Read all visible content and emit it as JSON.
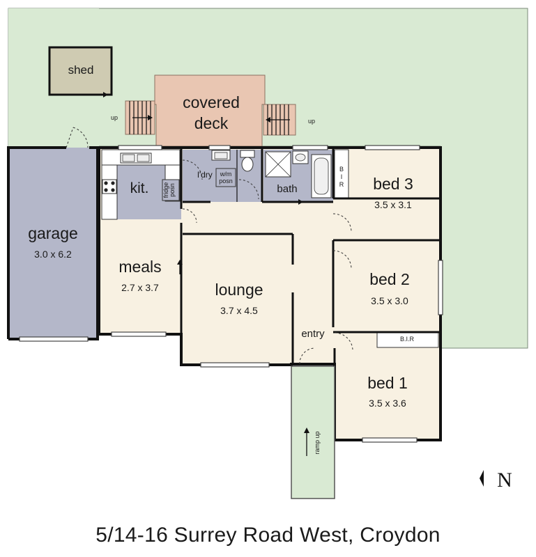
{
  "title": "5/14-16 Surrey Road West, Croydon",
  "colors": {
    "garden": "#d9ead3",
    "rooms": "#f8f1e2",
    "wet_areas": "#b4b7c9",
    "deck": "#e9c6b2",
    "shed": "#cfcbb2",
    "walls": "#111111"
  },
  "rooms": {
    "shed": {
      "name": "shed"
    },
    "deck": {
      "name_line1": "covered",
      "name_line2": "deck"
    },
    "deck_steps_left": {
      "label": "up"
    },
    "deck_steps_right": {
      "label": "up"
    },
    "garage": {
      "name": "garage",
      "size": "3.0 x 6.2"
    },
    "kitchen": {
      "name": "kit."
    },
    "fridge": {
      "line1": "fridge",
      "line2": "posn"
    },
    "laundry": {
      "name": "l'dry"
    },
    "washer": {
      "line1": "w/m",
      "line2": "posn"
    },
    "bath": {
      "name": "bath"
    },
    "bir_bed3": {
      "line1": "B",
      "line2": "I",
      "line3": "R"
    },
    "bed3": {
      "name": "bed 3",
      "size": "3.5 x 3.1"
    },
    "meals": {
      "name": "meals",
      "size": "2.7 x 3.7"
    },
    "lounge": {
      "name": "lounge",
      "size": "3.7 x 4.5"
    },
    "bed2": {
      "name": "bed 2",
      "size": "3.5 x 3.0"
    },
    "entry": {
      "name": "entry"
    },
    "bir_bed1": {
      "name": "B.I.R"
    },
    "bed1": {
      "name": "bed 1",
      "size": "3.5 x 3.6"
    },
    "ramp": {
      "label": "ramp up"
    }
  },
  "compass": {
    "label": "N"
  }
}
